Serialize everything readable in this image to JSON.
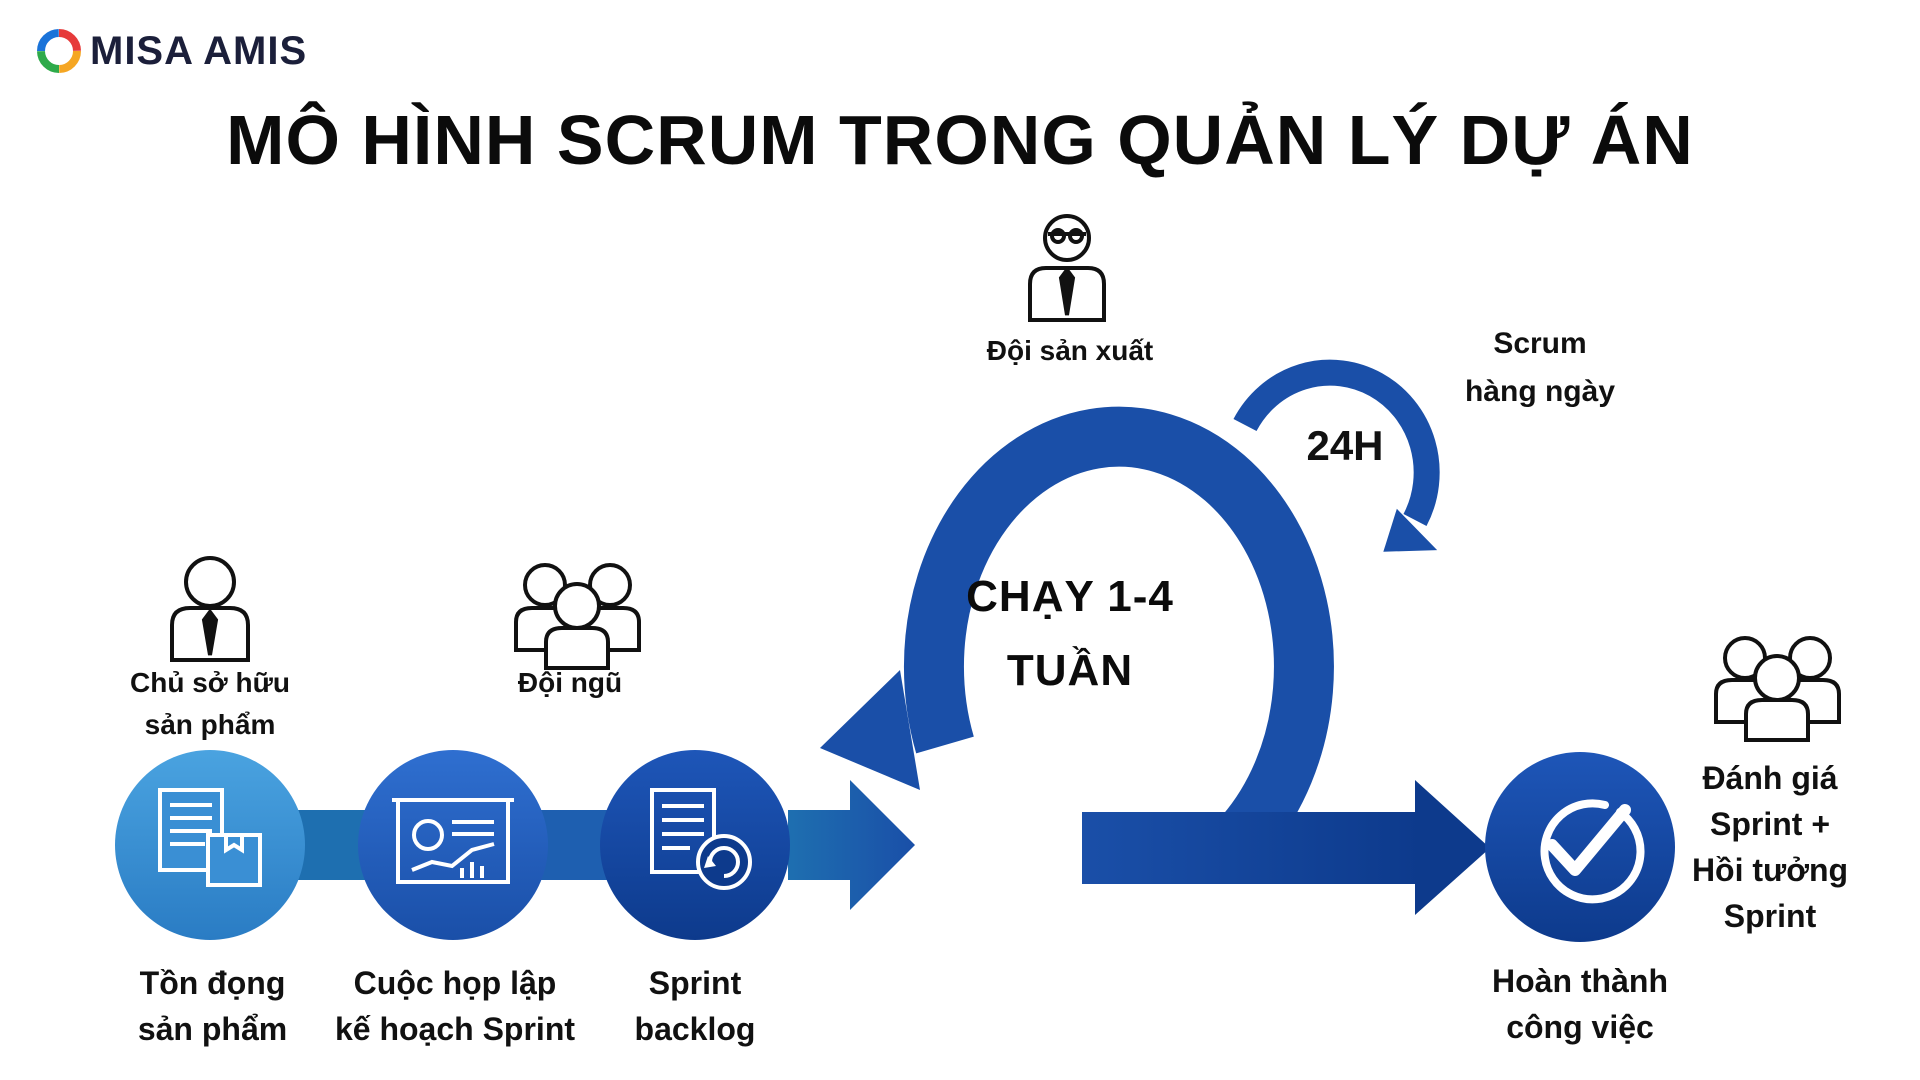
{
  "brand": {
    "name": "MISA AMIS"
  },
  "title": "MÔ HÌNH SCRUM TRONG QUẢN LÝ DỰ ÁN",
  "roles": {
    "product_owner": [
      "Chủ sở hữu",
      "sản phẩm"
    ],
    "team": "Đội ngũ",
    "dev_team": "Đội sản xuất",
    "review": [
      "Đánh giá",
      "Sprint +",
      "Hồi tưởng",
      "Sprint"
    ]
  },
  "steps": {
    "product_backlog": [
      "Tồn đọng",
      "sản phẩm"
    ],
    "sprint_planning": [
      "Cuộc họp lập",
      "kế hoạch Sprint"
    ],
    "sprint_backlog": [
      "Sprint",
      "backlog"
    ],
    "done": [
      "Hoàn thành",
      "công việc"
    ]
  },
  "cycle": {
    "duration": [
      "CHẠY 1-4",
      "TUẦN"
    ],
    "daily_label": [
      "Scrum",
      "hàng ngày"
    ],
    "daily_duration": "24H"
  },
  "colors": {
    "primary": "#1a4fa8",
    "dark": "#0d3a8c",
    "light": "#3a8fd4",
    "connector": "#1e6fb0"
  },
  "icons": [
    "product-owner-icon",
    "team-icon",
    "dev-team-icon",
    "review-team-icon",
    "backlog-document-icon",
    "presentation-board-icon",
    "sprint-backlog-icon",
    "checkmark-icon"
  ]
}
